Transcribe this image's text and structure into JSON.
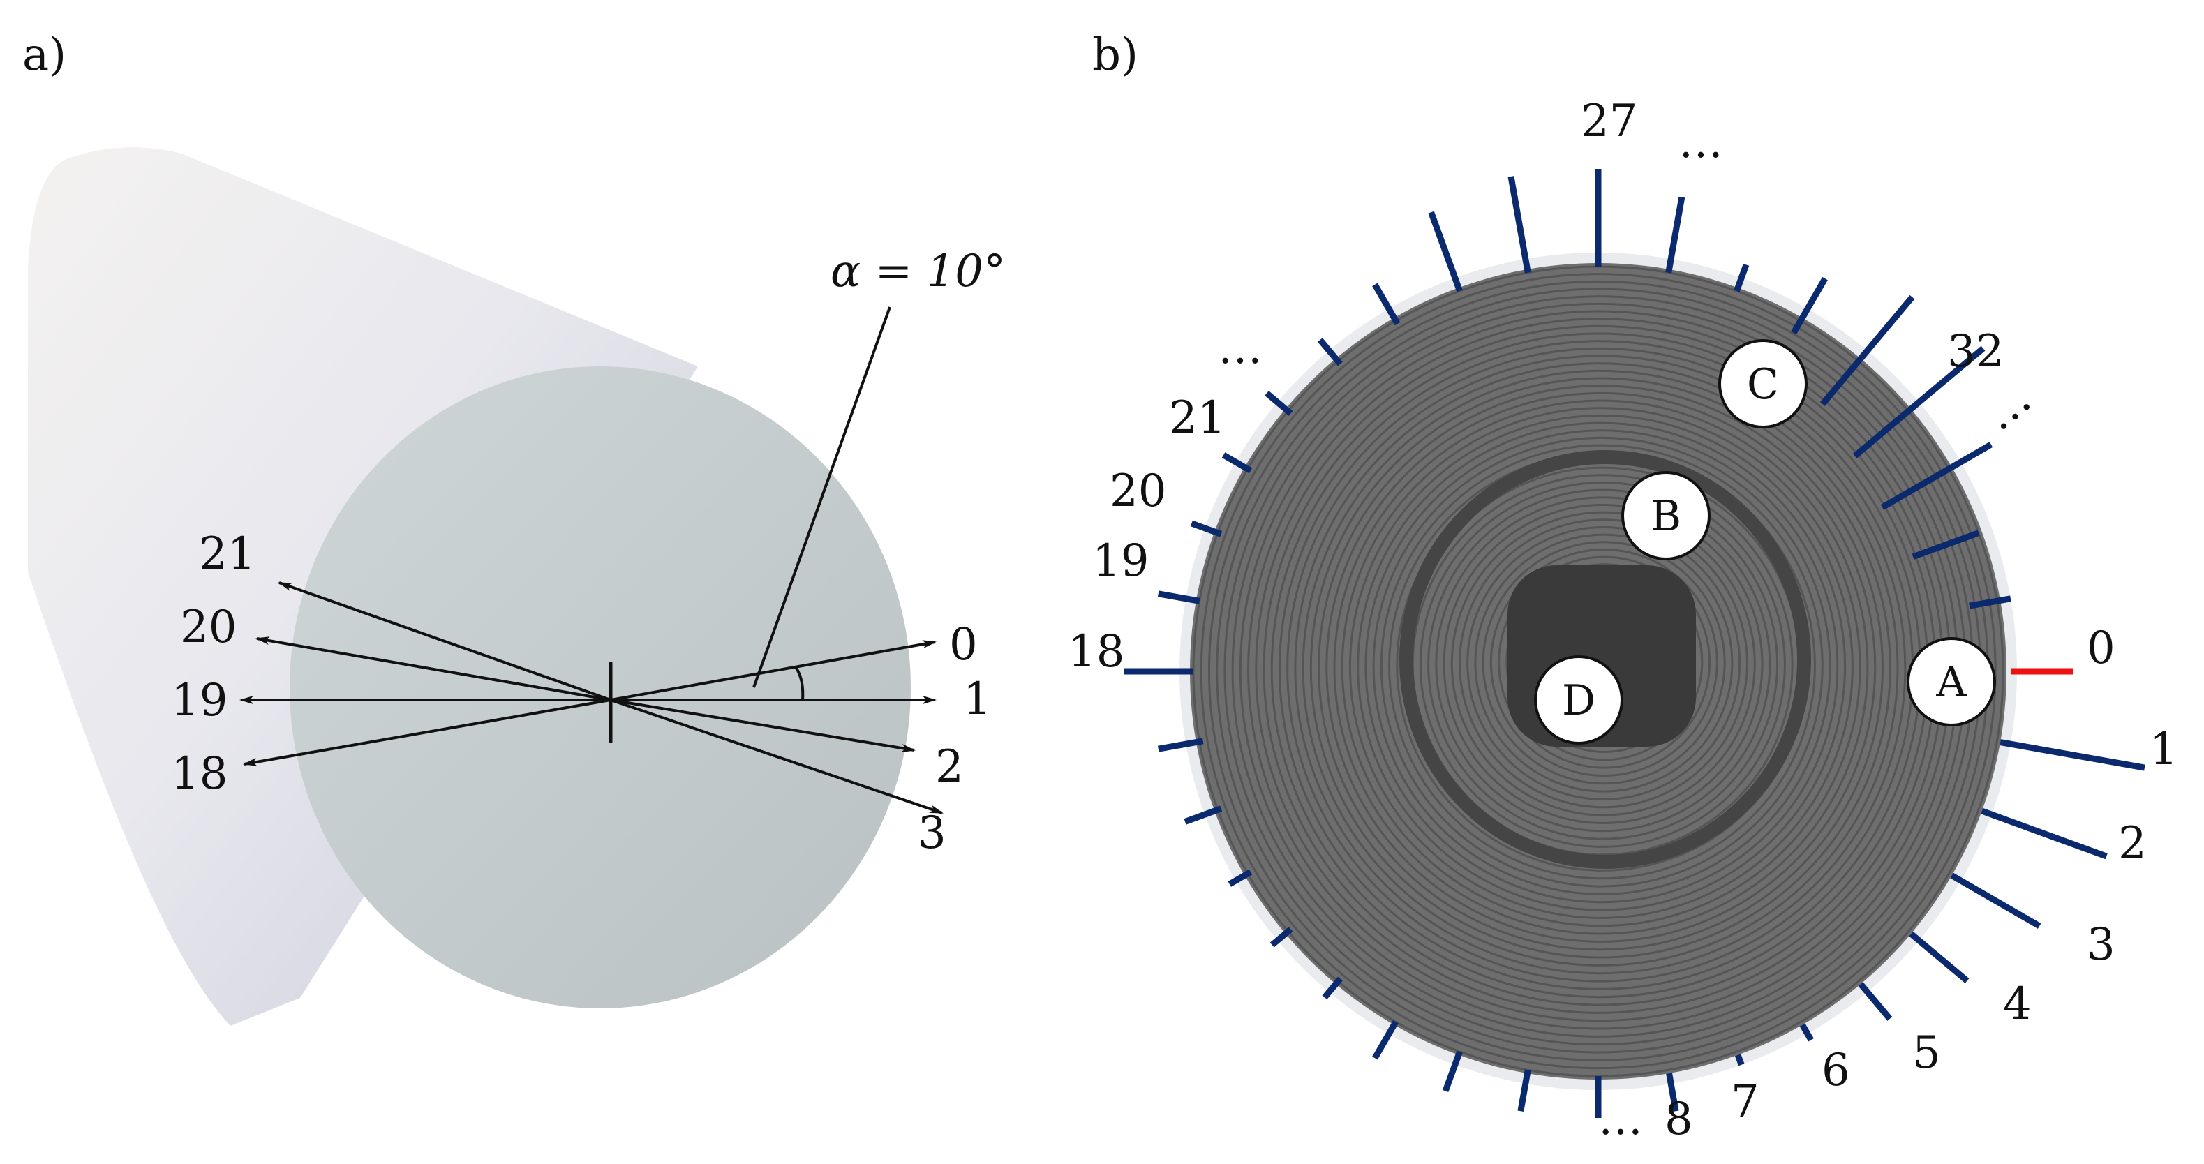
{
  "panel_a": {
    "label": "a)",
    "angle_label": "α = 10°",
    "ray_labels": [
      "0",
      "1",
      "2",
      "3",
      "18",
      "19",
      "20",
      "21"
    ]
  },
  "panel_b": {
    "label": "b)",
    "ray_labels": [
      "0",
      "1",
      "2",
      "3",
      "4",
      "5",
      "6",
      "7",
      "8",
      "18",
      "19",
      "20",
      "21",
      "27",
      "32"
    ],
    "ellipses": [
      "…",
      "…",
      "…",
      "…"
    ],
    "regions": [
      "A",
      "B",
      "C",
      "D"
    ],
    "colors": {
      "highlight_ray": "#ee1111",
      "rays": "#0b2a6e"
    }
  }
}
